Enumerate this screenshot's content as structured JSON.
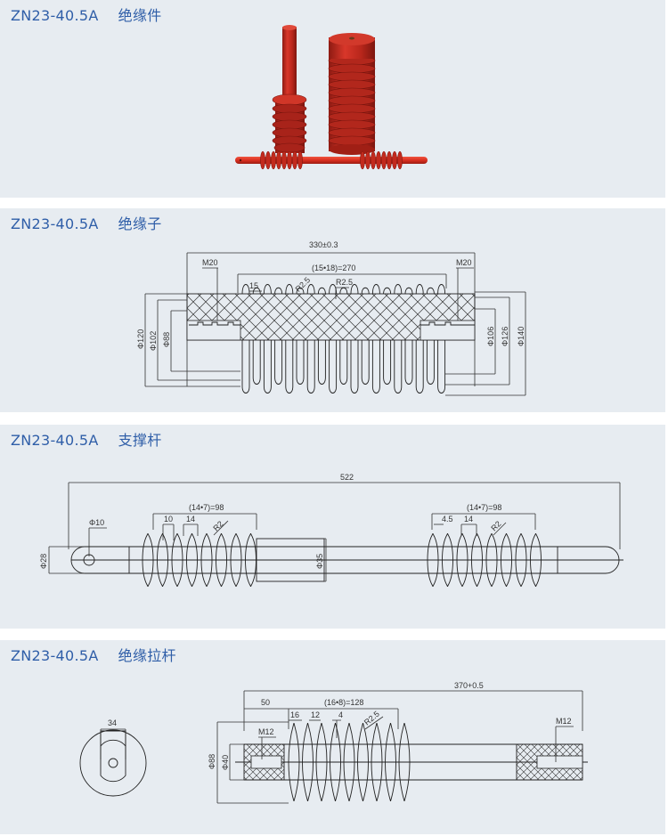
{
  "sections": [
    {
      "model": "ZN23-40.5A",
      "name": "绝缘件",
      "content": "product-photo"
    },
    {
      "model": "ZN23-40.5A",
      "name": "绝缘子",
      "dims": {
        "length": "330±0.3",
        "pitch": "(15•18)=270",
        "thread_left": "M20",
        "thread_right": "M20",
        "shed": "15",
        "radius1": "R2.5",
        "radius2": "R2.5",
        "d120": "Φ120",
        "d102": "Φ102",
        "d88": "Φ88",
        "d106": "Φ106",
        "d126": "Φ126",
        "d140": "Φ140"
      }
    },
    {
      "model": "ZN23-40.5A",
      "name": "支撑杆",
      "dims": {
        "length": "522",
        "pitch_left": "(14•7)=98",
        "pitch_right": "(14•7)=98",
        "hole": "Φ10",
        "shed_left_a": "10",
        "shed_left_b": "14",
        "shed_right_a": "4.5",
        "shed_right_b": "14",
        "radius_left": "R2",
        "radius_right": "R2",
        "d28": "Φ28",
        "d35": "Φ35"
      }
    },
    {
      "model": "ZN23-40.5A",
      "name": "绝缘拉杆",
      "dims": {
        "width": "34",
        "length": "370+0.5",
        "end": "50",
        "pitch": "(16•8)=128",
        "a": "16",
        "b": "12",
        "c": "4",
        "radius": "R2.5",
        "thread_left": "M12",
        "thread_right": "M12",
        "d88": "Φ88",
        "d40": "Φ40"
      }
    }
  ],
  "colors": {
    "title": "#2f5ea8",
    "panel": "#e7ecf1",
    "product": "#c0281e"
  }
}
